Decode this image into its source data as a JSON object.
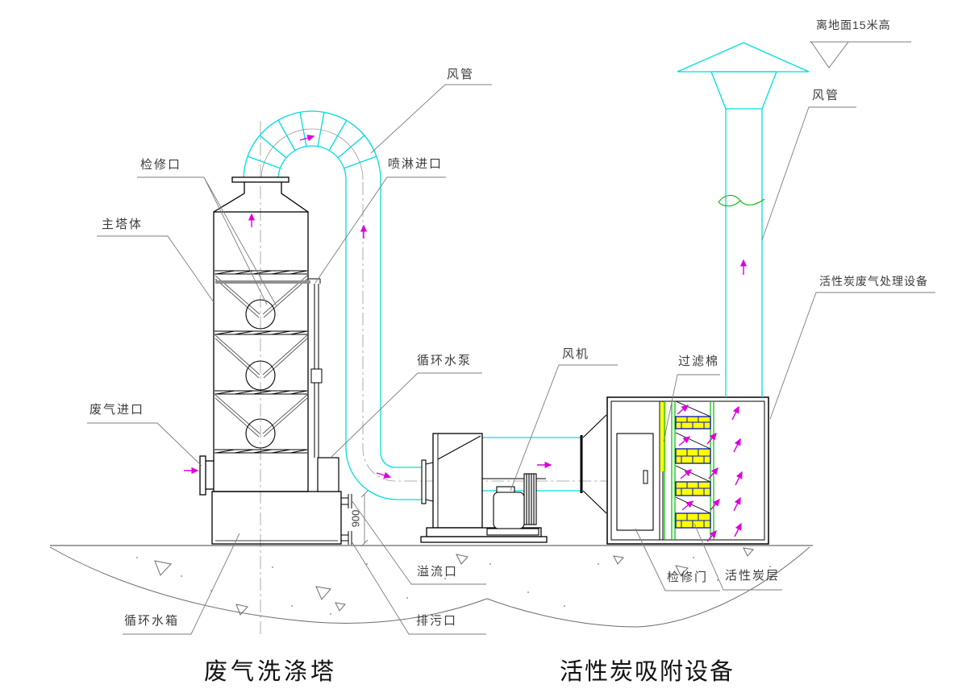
{
  "diagram": {
    "titles": {
      "left": "废气洗涤塔",
      "right": "活性炭吸附设备"
    },
    "labels": {
      "duct_left": "风管",
      "inspection_port": "检修口",
      "main_tower_body": "主塔体",
      "spray_inlet": "喷淋进口",
      "waste_gas_inlet": "废气进口",
      "circulating_pump": "循环水泵",
      "fan": "风机",
      "filter_cotton": "过滤棉",
      "height_note": "离地面15米高",
      "duct_right": "风管",
      "carbon_equipment": "活性炭废气处理设备",
      "overflow_port": "溢流口",
      "drain_port": "排污口",
      "circulating_tank": "循环水箱",
      "inspection_door": "检修门",
      "carbon_layer": "活性炭层",
      "tank_height_dim": "900"
    },
    "colors": {
      "duct_cyan": "#00dddd",
      "flow_arrow_magenta": "#dd00dd",
      "carbon_yellow": "#ffff00",
      "carbon_border_blue": "#0011bb",
      "filter_green": "#00bb00",
      "outline_black": "#000000",
      "leader_gray": "#7d7d7d",
      "spray_header_gray": "#909090"
    }
  }
}
